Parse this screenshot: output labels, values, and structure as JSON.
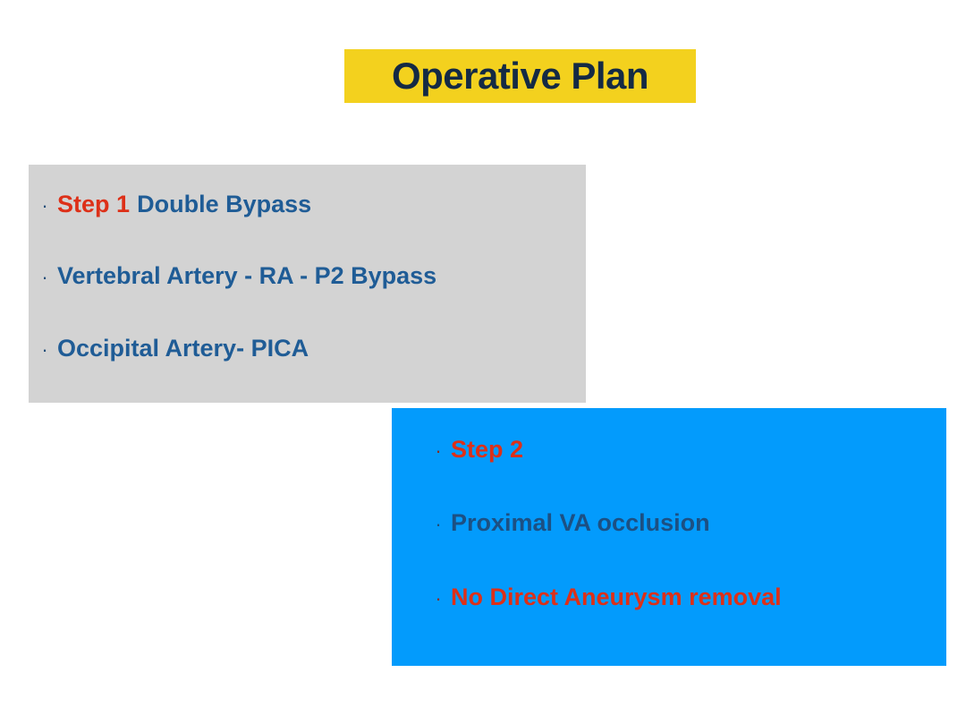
{
  "slide": {
    "title": "Operative Plan",
    "background": "#ffffff"
  },
  "colors": {
    "title_banner": "#F3D11E",
    "title_text": "#142A44",
    "panel_step1_bg": "#D3D3D3",
    "panel_step2_bg": "#039BFC",
    "accent_red": "#DD3018",
    "accent_steel_blue": "#1F5C96",
    "bullet_navy": "#1F4E79"
  },
  "panels": [
    {
      "id": "step1",
      "name": "step-1-panel",
      "background": "#D3D3D3",
      "bullets": [
        {
          "marker": "·",
          "segments": [
            {
              "text": "Step 1",
              "color": "red"
            },
            {
              "text": "Double Bypass",
              "color": "steel"
            }
          ]
        },
        {
          "marker": "·",
          "segments": [
            {
              "text": "Vertebral Artery - RA - P2 Bypass",
              "color": "steel"
            }
          ]
        },
        {
          "marker": "·",
          "segments": [
            {
              "text": "Occipital Artery- PICA",
              "color": "steel"
            }
          ]
        }
      ]
    },
    {
      "id": "step2",
      "name": "step-2-panel",
      "background": "#039BFC",
      "bullets": [
        {
          "marker": "·",
          "segments": [
            {
              "text": "Step 2",
              "color": "red"
            }
          ]
        },
        {
          "marker": "·",
          "segments": [
            {
              "text": "Proximal VA occlusion",
              "color": "navy"
            }
          ]
        },
        {
          "marker": "·",
          "segments": [
            {
              "text": "No Direct Aneurysm removal",
              "color": "red"
            }
          ]
        }
      ]
    }
  ]
}
